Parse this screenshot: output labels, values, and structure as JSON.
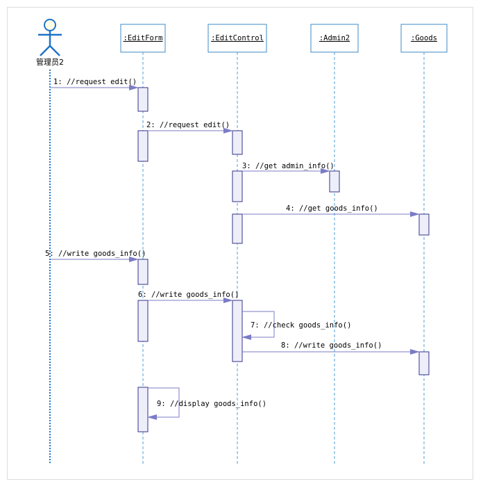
{
  "diagram": {
    "actor": {
      "name": "管理员2"
    },
    "objects": [
      {
        "id": "editform",
        "label": ":EditForm"
      },
      {
        "id": "editcontrol",
        "label": ":EditControl"
      },
      {
        "id": "admin2",
        "label": ":Admin2"
      },
      {
        "id": "goods",
        "label": ":Goods"
      }
    ],
    "messages": [
      {
        "label": "1: //request edit()",
        "from": "actor",
        "to": "editform"
      },
      {
        "label": "2: //request edit()",
        "from": "editform",
        "to": "editcontrol"
      },
      {
        "label": "3: //get admin_info()",
        "from": "editcontrol",
        "to": "admin2"
      },
      {
        "label": "4: //get goods_info()",
        "from": "editcontrol",
        "to": "goods"
      },
      {
        "label": "5: //write goods_info()",
        "from": "actor",
        "to": "editform"
      },
      {
        "label": "6: //write goods_info()",
        "from": "editform",
        "to": "editcontrol"
      },
      {
        "label": "7: //check goods_info()",
        "from": "editcontrol",
        "to": "editcontrol"
      },
      {
        "label": "8: //write goods_info()",
        "from": "editcontrol",
        "to": "goods"
      },
      {
        "label": "9: //display goods_info()",
        "from": "editform",
        "to": "editform"
      }
    ],
    "colors": {
      "lifeline": "#4f9fd6",
      "object_border": "#3d89c6",
      "activation_fill": "#eeeefb",
      "activation_border": "#31318a",
      "arrow": "#7b7bc6"
    }
  }
}
